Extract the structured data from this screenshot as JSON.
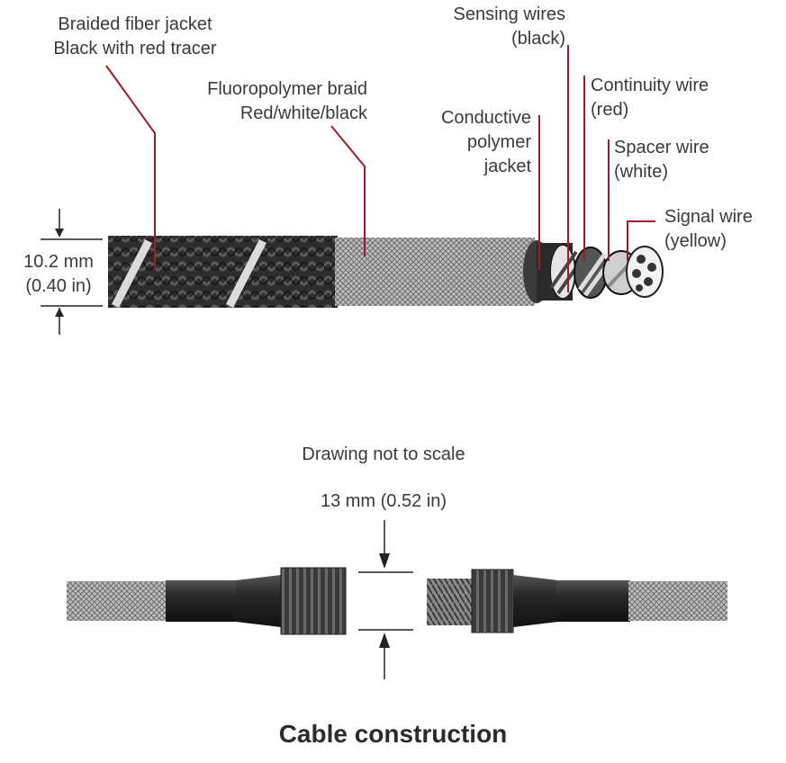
{
  "labels": {
    "braided_jacket": [
      "Braided fiber jacket",
      "Black with red tracer"
    ],
    "fluoropolymer_braid": [
      "Fluoropolymer braid",
      "Red/white/black"
    ],
    "sensing_wires": [
      "Sensing wires",
      "(black)"
    ],
    "conductive_jacket": [
      "Conductive",
      "polymer",
      "jacket"
    ],
    "continuity_wire": [
      "Continuity wire",
      "(red)"
    ],
    "spacer_wire": [
      "Spacer wire",
      "(white)"
    ],
    "signal_wire": [
      "Signal wire",
      "(yellow)"
    ],
    "diameter": [
      "10.2 mm",
      "(0.40 in)"
    ],
    "scale_note": "Drawing not to scale",
    "connector_dim": "13 mm (0.52 in)"
  },
  "title": "Cable construction",
  "colors": {
    "leader": "#9b1b30",
    "dimension": "#222222",
    "jacket": "#2a2a2a",
    "braid": "#9a9a9a"
  }
}
